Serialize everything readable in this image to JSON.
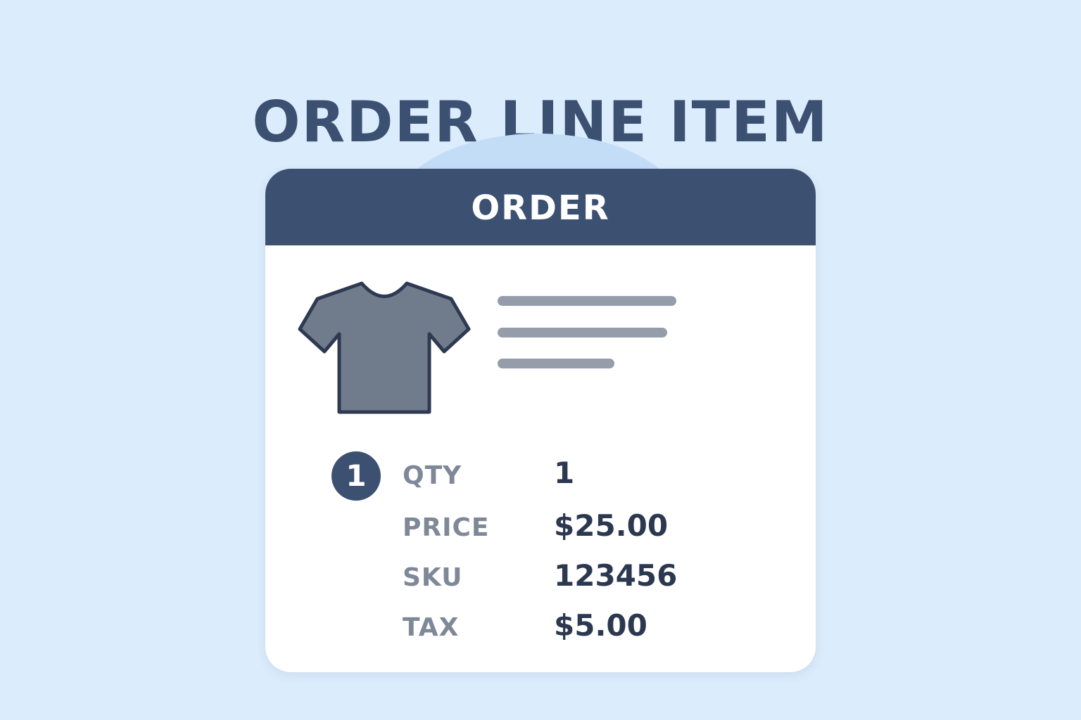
{
  "page": {
    "title": "ORDER LINE ITEM"
  },
  "card": {
    "header": "ORDER",
    "product": {
      "icon": "t-shirt-icon"
    },
    "line_number": "1",
    "fields": {
      "qty": {
        "label": "QTY",
        "value": "1"
      },
      "price": {
        "label": "PRICE",
        "value": "$25.00"
      },
      "sku": {
        "label": "SKU",
        "value": "123456"
      },
      "tax": {
        "label": "TAX",
        "value": "$5.00"
      }
    }
  },
  "colors": {
    "background": "#dbecfc",
    "accent": "#3c5172",
    "card": "#ffffff",
    "label": "#7f8898",
    "value": "#2b3850",
    "placeholder_line": "#959dab",
    "shirt_fill": "#707b8b"
  }
}
